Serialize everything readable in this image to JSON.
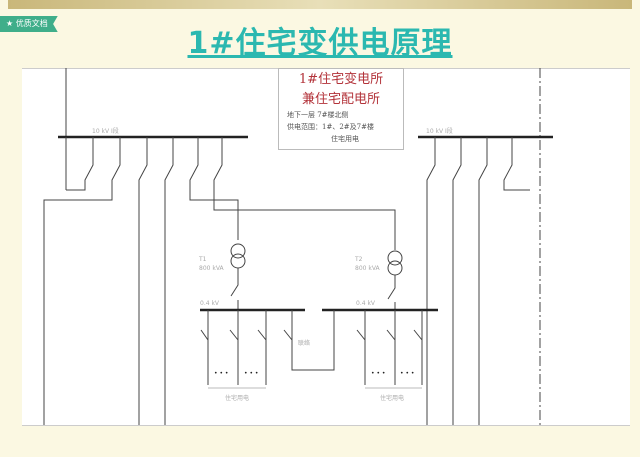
{
  "badge": {
    "icon": "star-icon",
    "label": "★ 优质文档"
  },
  "title": "1#住宅变供电原理",
  "info_box": {
    "line1": "1#住宅变电所",
    "line2": "兼住宅配电所",
    "detail1": "地下一层 7#楼北侧",
    "detail2": "供电范围：1#、2#及7#楼",
    "detail3": "住宅用电"
  },
  "labels": {
    "bus_hv_left": "10 kV I段",
    "bus_hv_right": "10 kV I段",
    "t1_name": "T1",
    "t1_rating": "800 kVA",
    "t2_name": "T2",
    "t2_rating": "800 kVA",
    "bus_lv_left": "0.4 kV",
    "bus_lv_right": "0.4 kV",
    "tie": "联络",
    "load_left": "住宅用电",
    "load_right": "住宅用电",
    "dots": "• • •"
  }
}
